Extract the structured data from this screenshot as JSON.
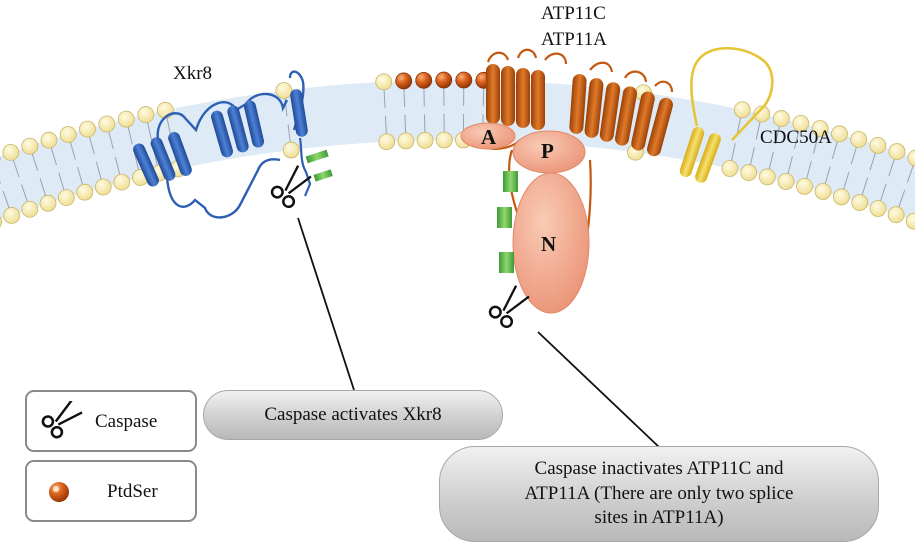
{
  "proteins": {
    "xkr8": "Xkr8",
    "atp11c": "ATP11C",
    "atp11a": "ATP11A",
    "cdc50a": "CDC50A"
  },
  "domains": {
    "a": "A",
    "p": "P",
    "n": "N"
  },
  "legend": {
    "caspase_label": "Caspase",
    "ptdser_label": "PtdSer",
    "caspase_icon": "scissors-icon",
    "ptdser_icon": "orange-lipid-head-icon"
  },
  "callouts": {
    "xkr8_text": "Caspase activates Xkr8",
    "atp_line1": "Caspase inactivates ATP11C  and",
    "atp_line2": "ATP11A (There are only two splice",
    "atp_line3": "sites in ATP11A)"
  },
  "colors": {
    "membrane_bg": "#dfeaf7",
    "lipid_head": "#fbf0b4",
    "ptdser_head": "#d2561a",
    "xkr8_blue": "#2d5fb4",
    "atpase_orange": "#c4580f",
    "domain_salmon": "#f2a98d",
    "cdc50a_yellow": "#e6c436",
    "caspase_site_green": "#6cbe50"
  }
}
